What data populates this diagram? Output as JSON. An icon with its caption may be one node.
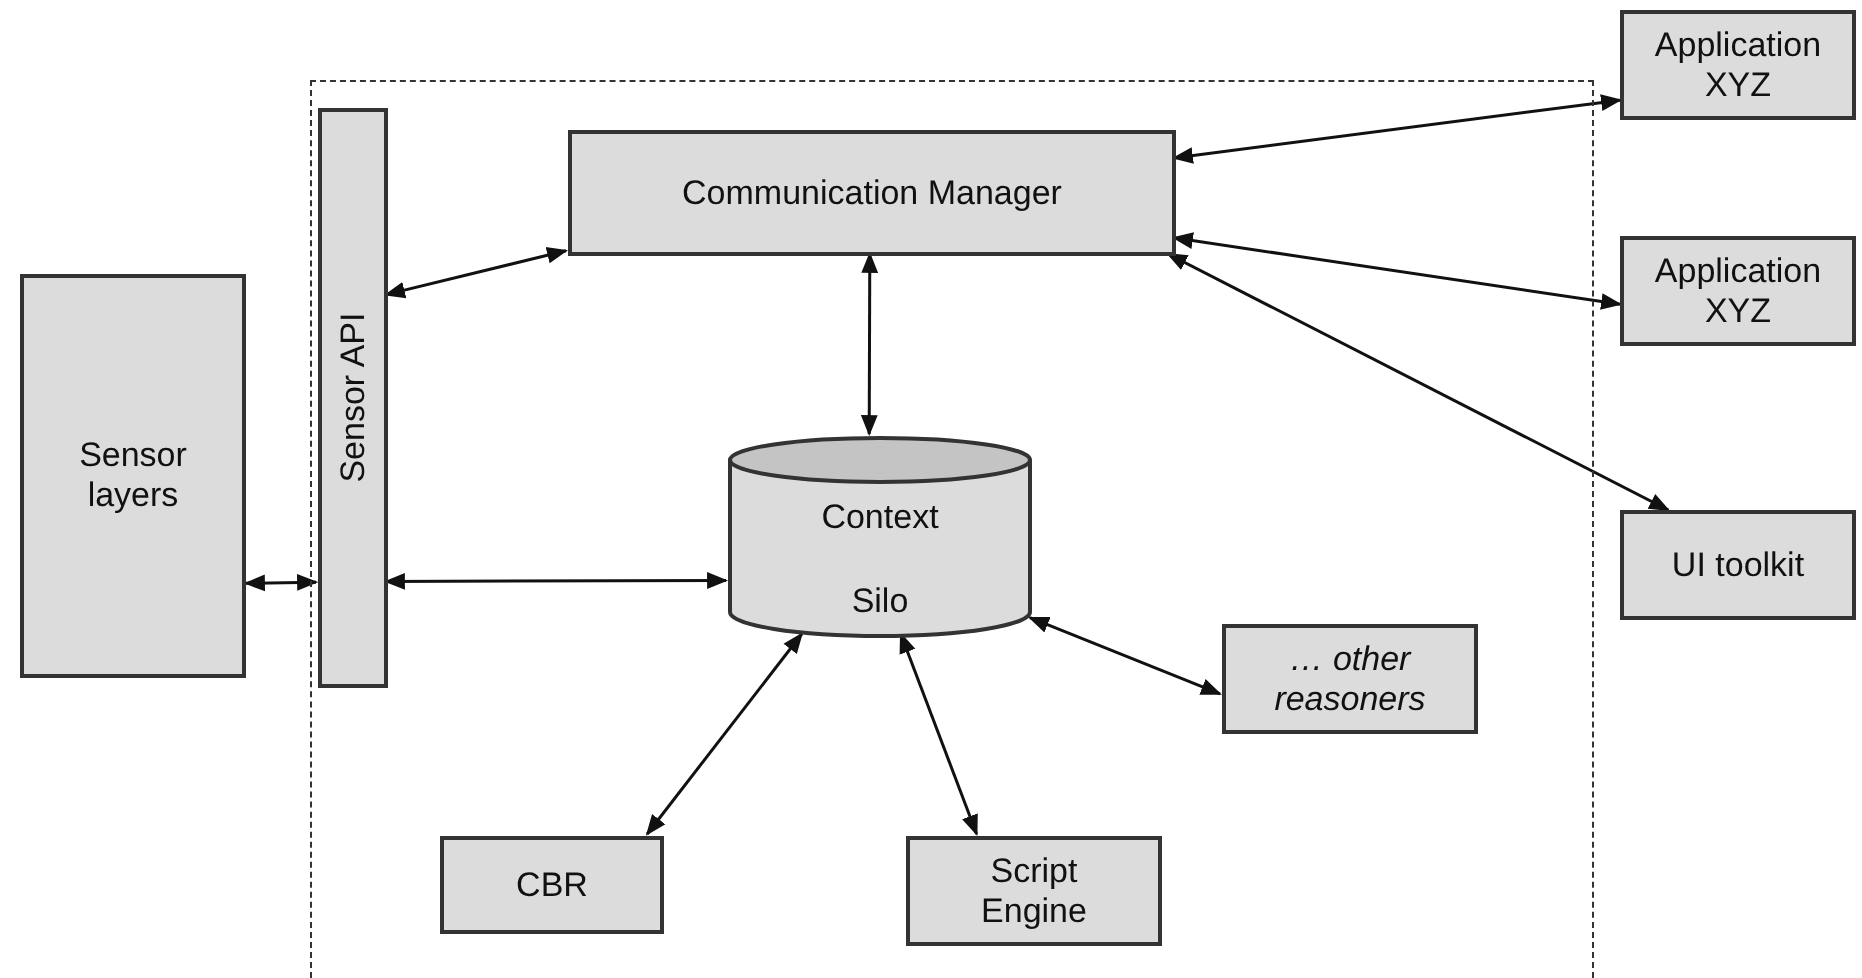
{
  "diagram": {
    "nodes": [
      {
        "text": [
          "Sensor layers"
        ]
      },
      {
        "text": [],
        "shape": "box"
      },
      {
        "text": [
          "Sensor API"
        ],
        "in": 1
      },
      {
        "text": [
          "Communication Manager"
        ],
        "in": 1
      },
      {
        "text": [
          "Context Silo"
        ],
        "in": 1
      },
      {
        "text": [
          "… other reasoners"
        ],
        "in": 1
      },
      {
        "text": [
          "CBR"
        ],
        "in": 1
      },
      {
        "text": [
          "Script Engine"
        ],
        "in": 1
      },
      {
        "text": [
          "Application XYZ"
        ]
      },
      {
        "text": [
          "Application XYZ"
        ]
      },
      {
        "text": [
          "UI toolkit"
        ]
      }
    ],
    "edges": [
      {
        "from": 0,
        "to": 2,
        "arrow": "both"
      },
      {
        "from": 2,
        "to": 3,
        "arrow": "both"
      },
      {
        "from": 2,
        "to": 4,
        "arrow": "both"
      },
      {
        "from": 3,
        "to": 4,
        "arrow": "both"
      },
      {
        "from": 3,
        "to": 8,
        "arrow": "both"
      },
      {
        "from": 3,
        "to": 9,
        "arrow": "both"
      },
      {
        "from": 3,
        "to": 10,
        "arrow": "both"
      },
      {
        "from": 4,
        "to": 6,
        "arrow": "both"
      },
      {
        "from": 4,
        "to": 7,
        "arrow": "both"
      },
      {
        "from": 4,
        "to": 5,
        "arrow": "both"
      }
    ]
  }
}
